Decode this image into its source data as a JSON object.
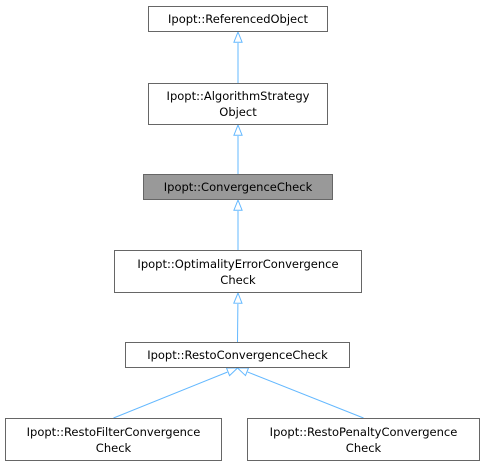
{
  "edge_color": "#63b8ff",
  "highlight_fill": "#999999",
  "nodes": [
    {
      "id": "referenced-object",
      "lines": [
        "Ipopt::ReferencedObject"
      ]
    },
    {
      "id": "algorithm-strategy-object",
      "lines": [
        "Ipopt::AlgorithmStrategy",
        "Object"
      ]
    },
    {
      "id": "convergence-check",
      "lines": [
        "Ipopt::ConvergenceCheck"
      ],
      "highlighted": true
    },
    {
      "id": "optimality-error-convergence-check",
      "lines": [
        "Ipopt::OptimalityErrorConvergence",
        "Check"
      ]
    },
    {
      "id": "resto-convergence-check",
      "lines": [
        "Ipopt::RestoConvergenceCheck"
      ]
    },
    {
      "id": "resto-filter-convergence-check",
      "lines": [
        "Ipopt::RestoFilterConvergence",
        "Check"
      ]
    },
    {
      "id": "resto-penalty-convergence-check",
      "lines": [
        "Ipopt::RestoPenaltyConvergence",
        "Check"
      ]
    }
  ],
  "edges": [
    {
      "from": "algorithm-strategy-object",
      "to": "referenced-object"
    },
    {
      "from": "convergence-check",
      "to": "algorithm-strategy-object"
    },
    {
      "from": "optimality-error-convergence-check",
      "to": "convergence-check"
    },
    {
      "from": "resto-convergence-check",
      "to": "optimality-error-convergence-check"
    },
    {
      "from": "resto-filter-convergence-check",
      "to": "resto-convergence-check"
    },
    {
      "from": "resto-penalty-convergence-check",
      "to": "resto-convergence-check"
    }
  ]
}
